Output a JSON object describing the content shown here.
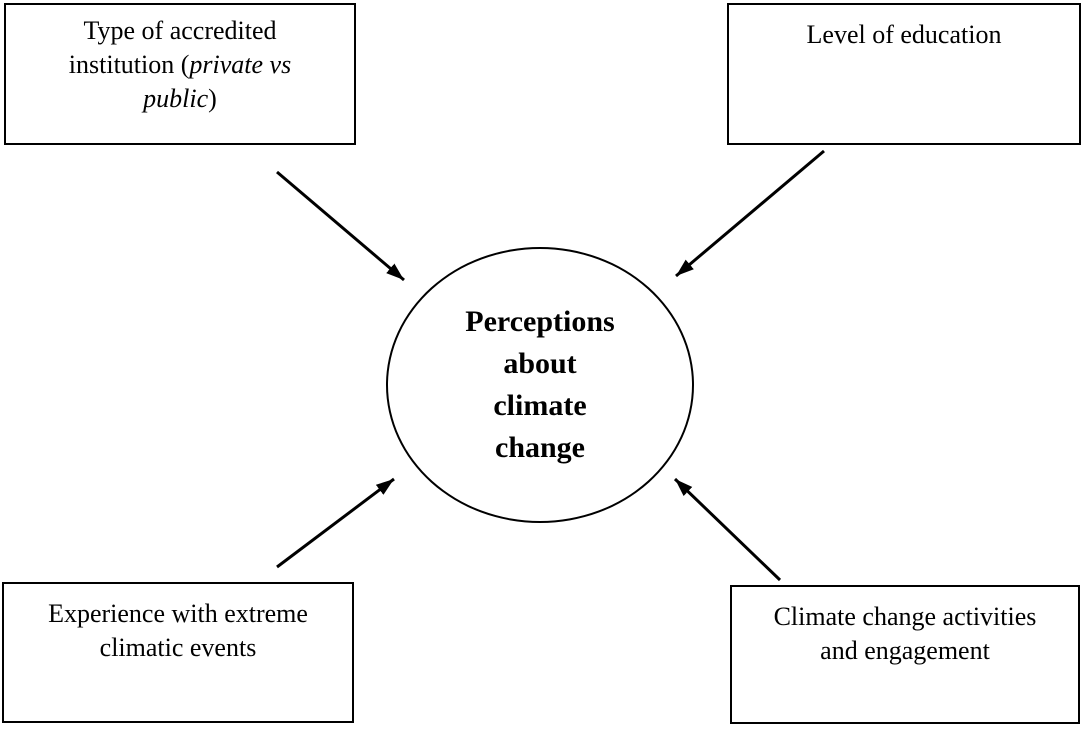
{
  "figure": {
    "background_color": "#ffffff",
    "ink_color": "#000000",
    "center": {
      "lines": [
        "Perceptions",
        "about",
        "climate",
        "change"
      ]
    },
    "boxes": {
      "top_left": {
        "line1": "Type of accredited",
        "line2_regular": "institution (",
        "line2_italic": "private vs",
        "line3_italic": "public",
        "line3_regular": ")"
      },
      "top_right": {
        "label": "Level of education"
      },
      "bottom_left": {
        "line1": "Experience with extreme",
        "line2": "climatic events"
      },
      "bottom_right": {
        "line1": "Climate change activities",
        "line2": "and engagement"
      }
    }
  }
}
